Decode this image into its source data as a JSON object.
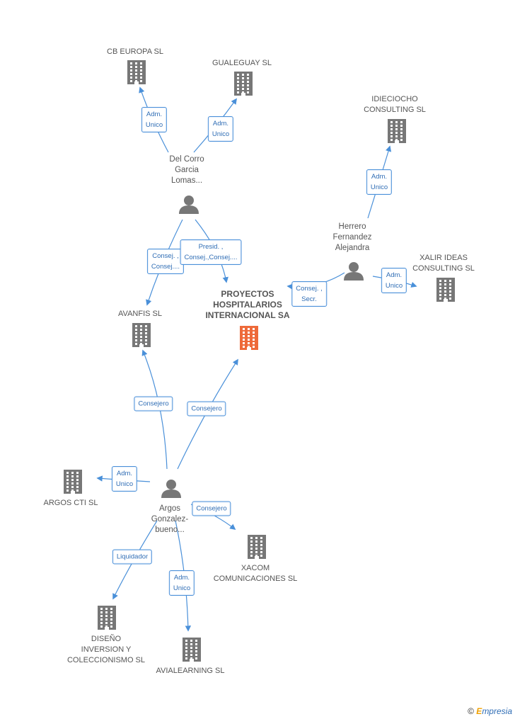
{
  "colors": {
    "edge": "#4a90d9",
    "building": "#777777",
    "main_building": "#ee6a3a",
    "person": "#777777"
  },
  "companies": [
    {
      "id": "cb-europa",
      "label": "CB EUROPA SL"
    },
    {
      "id": "gualeguay",
      "label": "GUALEGUAY SL"
    },
    {
      "id": "idieciocho",
      "label": "IDIECIOCHO\nCONSULTING SL"
    },
    {
      "id": "xalir",
      "label": "XALIR IDEAS\nCONSULTING SL"
    },
    {
      "id": "proyectos",
      "label": "PROYECTOS\nHOSPITALARIOS\nINTERNACIONAL SA",
      "main": true
    },
    {
      "id": "avanfis",
      "label": "AVANFIS SL"
    },
    {
      "id": "argos-cti",
      "label": "ARGOS CTI  SL"
    },
    {
      "id": "xacom",
      "label": "XACOM\nCOMUNICACIONES SL"
    },
    {
      "id": "diseno",
      "label": "DISEÑO\nINVERSION Y\nCOLECCIONISMO SL"
    },
    {
      "id": "avialearning",
      "label": "AVIALEARNING SL"
    }
  ],
  "people": [
    {
      "id": "del-corro",
      "label": "Del Corro\nGarcia\nLomas..."
    },
    {
      "id": "herrero",
      "label": "Herrero\nFernandez\nAlejandra"
    },
    {
      "id": "argos",
      "label": "Argos\nGonzalez-\nbueno..."
    }
  ],
  "relations": [
    {
      "from": "del-corro",
      "to": "cb-europa",
      "label": "Adm.\nUnico"
    },
    {
      "from": "del-corro",
      "to": "gualeguay",
      "label": "Adm.\nUnico"
    },
    {
      "from": "del-corro",
      "to": "avanfis",
      "label": "Consej. ,\nConsej...."
    },
    {
      "from": "del-corro",
      "to": "proyectos",
      "label": "Presid. ,\nConsej.,Consej...."
    },
    {
      "from": "herrero",
      "to": "idieciocho",
      "label": "Adm.\nUnico"
    },
    {
      "from": "herrero",
      "to": "xalir",
      "label": "Adm.\nUnico"
    },
    {
      "from": "herrero",
      "to": "proyectos",
      "label": "Consej. ,\nSecr."
    },
    {
      "from": "argos",
      "to": "avanfis",
      "label": "Consejero"
    },
    {
      "from": "argos",
      "to": "proyectos",
      "label": "Consejero"
    },
    {
      "from": "argos",
      "to": "argos-cti",
      "label": "Adm.\nUnico"
    },
    {
      "from": "argos",
      "to": "xacom",
      "label": "Consejero"
    },
    {
      "from": "argos",
      "to": "diseno",
      "label": "Liquidador"
    },
    {
      "from": "argos",
      "to": "avialearning",
      "label": "Adm.\nUnico"
    }
  ],
  "watermark": {
    "copyright": "©",
    "brand_e": "E",
    "brand_rest": "mpresia"
  }
}
